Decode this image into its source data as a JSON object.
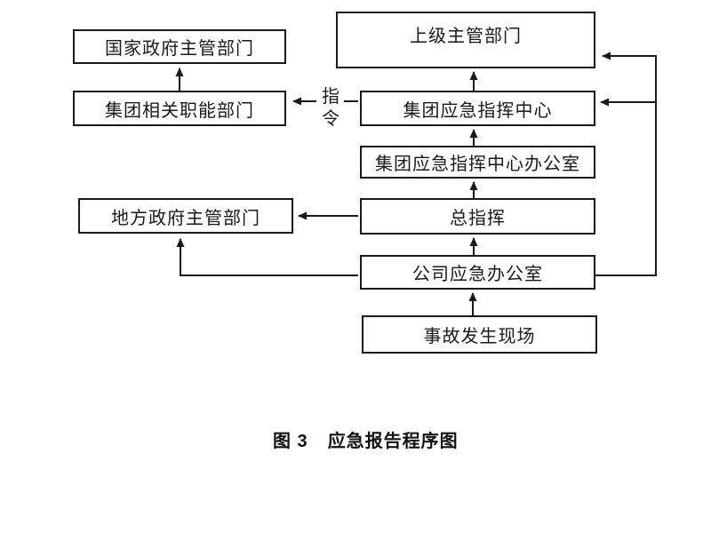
{
  "diagram": {
    "boxes": {
      "national_gov": "国家政府主管部门",
      "group_depts": "集团相关职能部门",
      "superior": "上级主管部门",
      "group_center": "集团应急指挥中心",
      "group_center_office": "集团应急指挥中心办公室",
      "local_gov": "地方政府主管部门",
      "commander": "总指挥",
      "company_office": "公司应急办公室",
      "accident_site": "事故发生现场"
    },
    "edge_label": "指令",
    "colors": {
      "line": "#1a1a1a",
      "box_border": "#1a1a1a",
      "text": "#1a1a1a",
      "background": "#ffffff"
    }
  },
  "caption": {
    "figure_number": "图 3",
    "title": "应急报告程序图"
  }
}
